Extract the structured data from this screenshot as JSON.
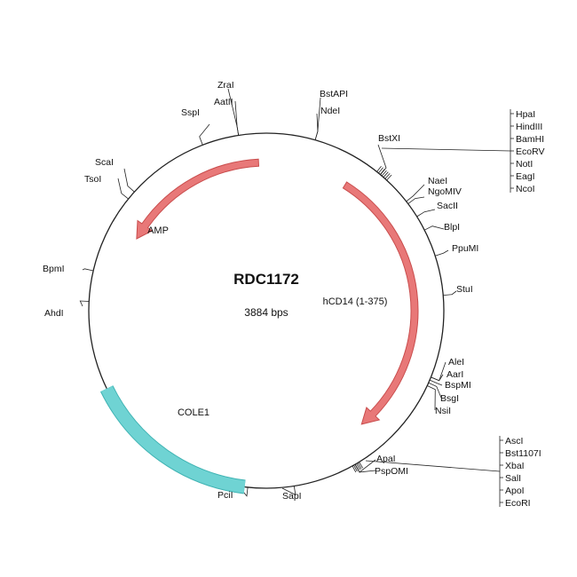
{
  "plasmid": {
    "name": "RDC1172",
    "size_label": "3884 bps",
    "length_bp": 3884
  },
  "features": [
    {
      "name": "AMP",
      "type": "arrow",
      "color": "#e87878",
      "stroke": "#c94d4d"
    },
    {
      "name": "hCD14 (1-375)",
      "type": "arrow",
      "color": "#e87878",
      "stroke": "#c94d4d"
    },
    {
      "name": "COLE1",
      "type": "block",
      "color": "#6fd3d3",
      "stroke": "#3fb3b3"
    }
  ],
  "sites": [
    {
      "name": "ZraI"
    },
    {
      "name": "AatII"
    },
    {
      "name": "BstAPI"
    },
    {
      "name": "NdeI"
    },
    {
      "name": "SspI"
    },
    {
      "name": "BstXI"
    },
    {
      "name": "ScaI"
    },
    {
      "name": "TsoI"
    },
    {
      "name": "NaeI"
    },
    {
      "name": "NgoMIV"
    },
    {
      "name": "SacII"
    },
    {
      "name": "BlpI"
    },
    {
      "name": "PpuMI"
    },
    {
      "name": "StuI"
    },
    {
      "name": "BpmI"
    },
    {
      "name": "AhdI"
    },
    {
      "name": "AleI"
    },
    {
      "name": "AarI"
    },
    {
      "name": "BspMI"
    },
    {
      "name": "BsgI"
    },
    {
      "name": "NsiI"
    },
    {
      "name": "ApaI"
    },
    {
      "name": "PspOMI"
    },
    {
      "name": "PciI"
    },
    {
      "name": "SapI"
    }
  ],
  "site_groups": [
    {
      "names": [
        "HpaI",
        "HindIII",
        "BamHI",
        "EcoRV",
        "NotI",
        "EagI",
        "NcoI"
      ]
    },
    {
      "names": [
        "AscI",
        "Bst1107I",
        "XbaI",
        "SalI",
        "ApoI",
        "EcoRI"
      ]
    }
  ]
}
